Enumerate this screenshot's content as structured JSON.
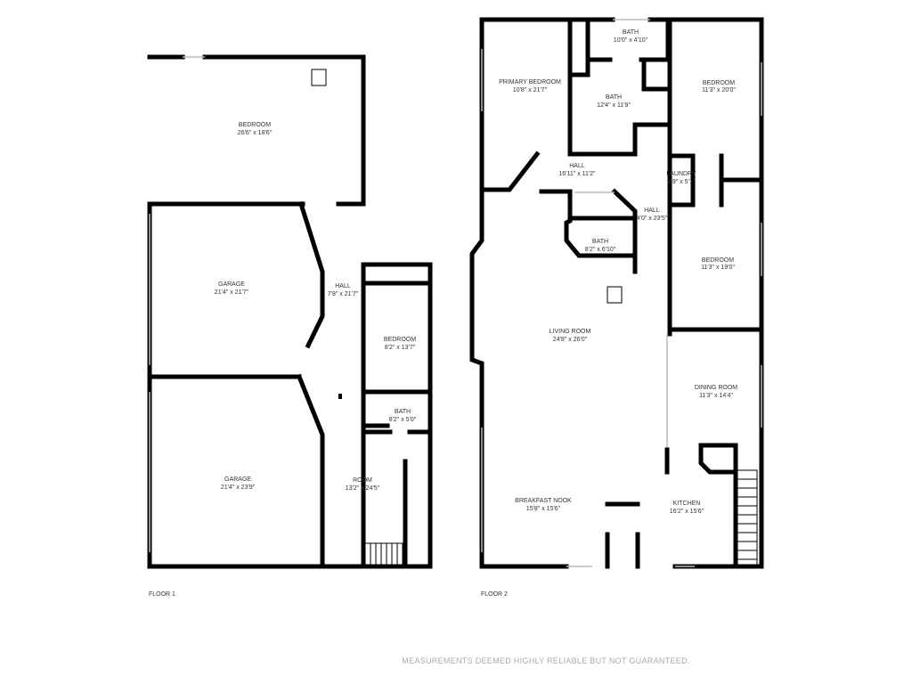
{
  "floors": [
    {
      "label": "FLOOR 1",
      "rooms": [
        {
          "name": "BEDROOM",
          "dims": "26'6\" x 18'6\""
        },
        {
          "name": "GARAGE",
          "dims": "21'4\" x 21'7\""
        },
        {
          "name": "HALL",
          "dims": "7'8\" x 21'7\""
        },
        {
          "name": "BEDROOM",
          "dims": "8'2\" x 13'7\""
        },
        {
          "name": "BATH",
          "dims": "8'2\" x 5'0\""
        },
        {
          "name": "GARAGE",
          "dims": "21'4\" x 23'9\""
        },
        {
          "name": "ROOM",
          "dims": "13'2\" x 24'5\""
        }
      ]
    },
    {
      "label": "FLOOR 2",
      "rooms": [
        {
          "name": "BATH",
          "dims": "10'0\" x 4'10\""
        },
        {
          "name": "PRIMARY BEDROOM",
          "dims": "10'8\" x 21'7\""
        },
        {
          "name": "BATH",
          "dims": "12'4\" x 11'9\""
        },
        {
          "name": "BEDROOM",
          "dims": "11'3\" x 20'0\""
        },
        {
          "name": "HALL",
          "dims": "16'11\" x 11'2\""
        },
        {
          "name": "LAUNDRY",
          "dims": "2'9\" x 5'1\""
        },
        {
          "name": "HALL",
          "dims": "4'0\" x 23'5\""
        },
        {
          "name": "BATH",
          "dims": "8'2\" x 6'10\""
        },
        {
          "name": "BEDROOM",
          "dims": "11'3\" x 19'0\""
        },
        {
          "name": "LIVING ROOM",
          "dims": "24'8\" x 26'0\""
        },
        {
          "name": "DINING ROOM",
          "dims": "11'3\" x 14'4\""
        },
        {
          "name": "BREAKFAST NOOK",
          "dims": "15'8\" x 15'6\""
        },
        {
          "name": "KITCHEN",
          "dims": "16'2\" x 15'6\""
        }
      ]
    }
  ],
  "disclaimer": "MEASUREMENTS DEEMED HIGHLY RELIABLE BUT NOT GUARANTEED."
}
